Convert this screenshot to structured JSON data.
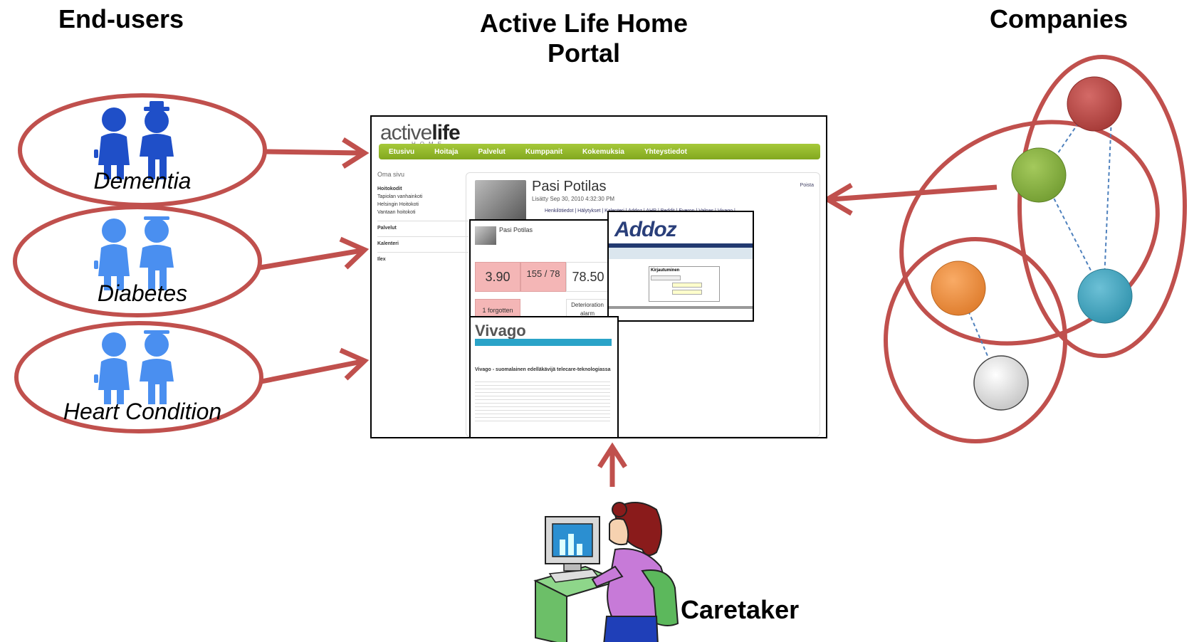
{
  "headings": {
    "end_users": "End-users",
    "portal_line1": "Active Life Home",
    "portal_line2": "Portal",
    "companies": "Companies"
  },
  "end_user_groups": [
    {
      "label": "Dementia",
      "icon": "people-dark-blue-icon"
    },
    {
      "label": "Diabetes",
      "icon": "people-light-blue-icon"
    },
    {
      "label": "Heart Condition",
      "icon": "people-light-blue-icon"
    }
  ],
  "caretaker": {
    "label": "Caretaker",
    "icon": "caretaker-at-computer-icon"
  },
  "companies": [
    {
      "color": "#c0504d",
      "icon": "company-node-red-icon"
    },
    {
      "color": "#8bb544",
      "icon": "company-node-green-icon"
    },
    {
      "color": "#f79646",
      "icon": "company-node-orange-icon"
    },
    {
      "color": "#4bacc6",
      "icon": "company-node-teal-icon"
    },
    {
      "color": "#e6e6e6",
      "icon": "company-node-grey-icon"
    }
  ],
  "colors": {
    "ellipse_stroke": "#c0504d",
    "arrow": "#c0504d",
    "dashed_link": "#4f81bd",
    "nav_green": "#8db52a"
  },
  "portal_screenshot": {
    "logo_main": "active",
    "logo_bold": "life",
    "logo_sub": "HOME",
    "nav": [
      "Etusivu",
      "Hoitaja",
      "Palvelut",
      "Kumppanit",
      "Kokemuksia",
      "Yhteystiedot"
    ],
    "sidebar_title": "Oma sivu",
    "sidebar_group": "Hoitokodit",
    "sidebar_items": [
      "Tapiolan vanhainkoti",
      "Helsingin Hoitokoti",
      "Vantaan hoitokoti"
    ],
    "sidebar_links": [
      "Palvelut",
      "Kalenteri",
      "Ilex"
    ],
    "patient_name": "Pasi Potilas",
    "patient_date": "Lisätty Sep 30, 2010 4:32:30 PM",
    "tabs": "Henkilötiedot | Hälytykset | Kalenteri | Addoz | AHR | Beddit | Everon | Valpas | Vivago |",
    "print": "Poista",
    "vitals": [
      "3.90",
      "155 / 78",
      "78.50"
    ],
    "alarm_value": "1 forgotten",
    "alarm_text": "Deterioration alarm",
    "addoz_logo": "Addoz",
    "addoz_login": "Kirjautuminen",
    "vivago_logo": "Vivago",
    "vivago_title": "Vivago - suomalainen edelläkävijä telecare-teknologiassa"
  }
}
